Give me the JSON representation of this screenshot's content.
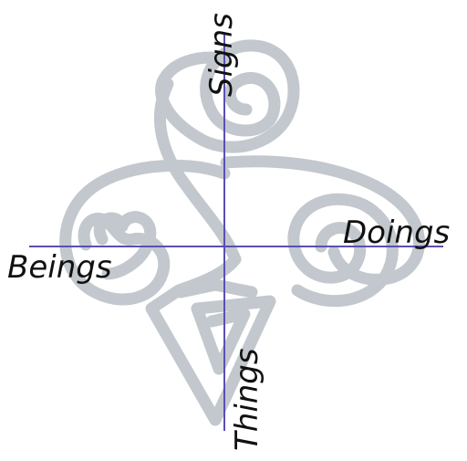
{
  "diagram": {
    "labels": {
      "top": "Signs",
      "left": "Beings",
      "right": "Doings",
      "bottom": "Things"
    },
    "colors": {
      "axis": "#5a4fb2",
      "emblem": "#c2c8cd",
      "text": "#111111",
      "background": "#ffffff"
    }
  }
}
